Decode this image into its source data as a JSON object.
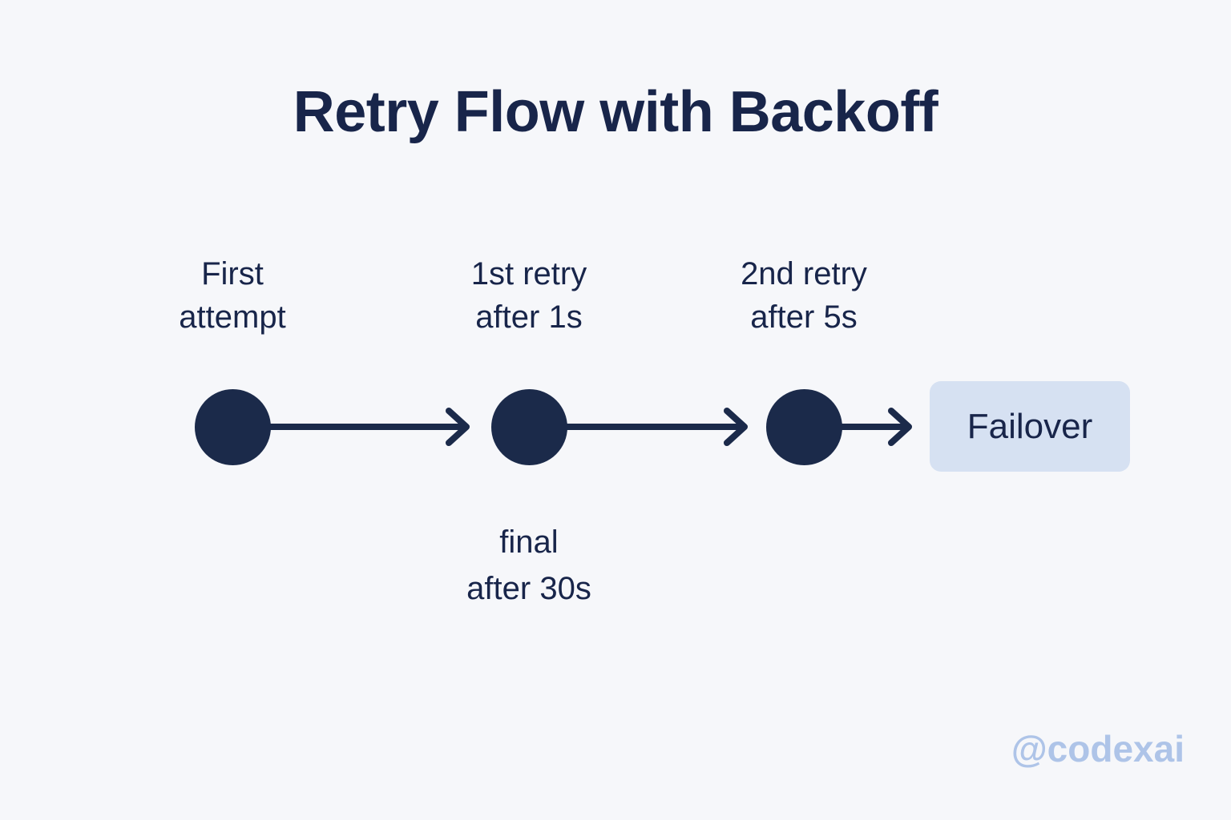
{
  "page": {
    "title": "Retry Flow with Backoff",
    "background_color": "#f6f7fa",
    "ink_color": "#18254a",
    "node_color": "#1b2a4a",
    "box_color": "#d6e1f2",
    "watermark_color": "#aec4e8"
  },
  "watermark": {
    "text": "@codexai"
  },
  "diagram": {
    "type": "flow",
    "nodes": [
      {
        "id": "first-attempt",
        "shape": "circle",
        "label_above": "First\nattempt",
        "label_below": ""
      },
      {
        "id": "first-retry",
        "shape": "circle",
        "label_above": "1st retry\nafter 1s",
        "label_below": "final\nafter 30s"
      },
      {
        "id": "second-retry",
        "shape": "circle",
        "label_above": "2nd retry\nafter 5s",
        "label_below": ""
      },
      {
        "id": "failover",
        "shape": "rounded-box",
        "label": "Failover"
      }
    ],
    "edges": [
      {
        "from": "first-attempt",
        "to": "first-retry",
        "arrow": "right"
      },
      {
        "from": "first-retry",
        "to": "second-retry",
        "arrow": "right"
      },
      {
        "from": "second-retry",
        "to": "failover",
        "arrow": "right"
      }
    ]
  }
}
